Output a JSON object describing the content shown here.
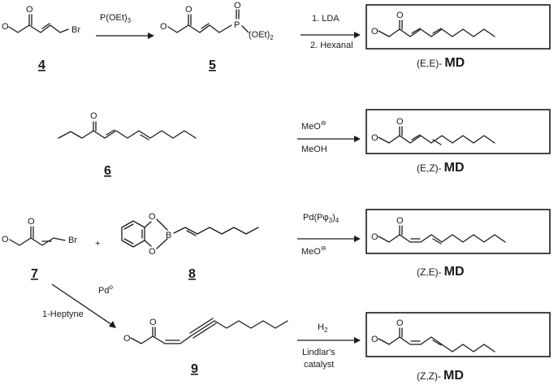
{
  "compounds": {
    "c4": "4",
    "c5": "5",
    "c6": "6",
    "c7": "7",
    "c8": "8",
    "c9": "9"
  },
  "atoms": {
    "o": "O",
    "br": "Br",
    "p": "P",
    "oet2": "(OEt)",
    "sub2": "2",
    "b": "B"
  },
  "reagents": {
    "r1": "P(OEt)",
    "r1_sub": "3",
    "r2_line1": "1. LDA",
    "r2_line2": "2. Hexanal",
    "r3_line1": "MeO",
    "r3_line2": "MeOH",
    "r4_line1": "Pd(P",
    "r4_phi": "φ",
    "r4_sub3": "3",
    "r4_close": ")",
    "r4_sub4": "4",
    "r4_line2": "MeO",
    "r5_pd": "Pd",
    "r5_deg": "o",
    "r5_heptyne": "1-Heptyne",
    "r6_line1": "H",
    "r6_sub": "2",
    "r6_line2": "Lindlar's",
    "r6_line3": "catalyst",
    "plus": "+",
    "minus": "⊖"
  },
  "products": [
    {
      "stereo": "(E,E)-",
      "name": "MD"
    },
    {
      "stereo": "(E,Z)-",
      "name": "MD"
    },
    {
      "stereo": "(Z,E)-",
      "name": "MD"
    },
    {
      "stereo": "(Z,Z)-",
      "name": "MD"
    }
  ]
}
